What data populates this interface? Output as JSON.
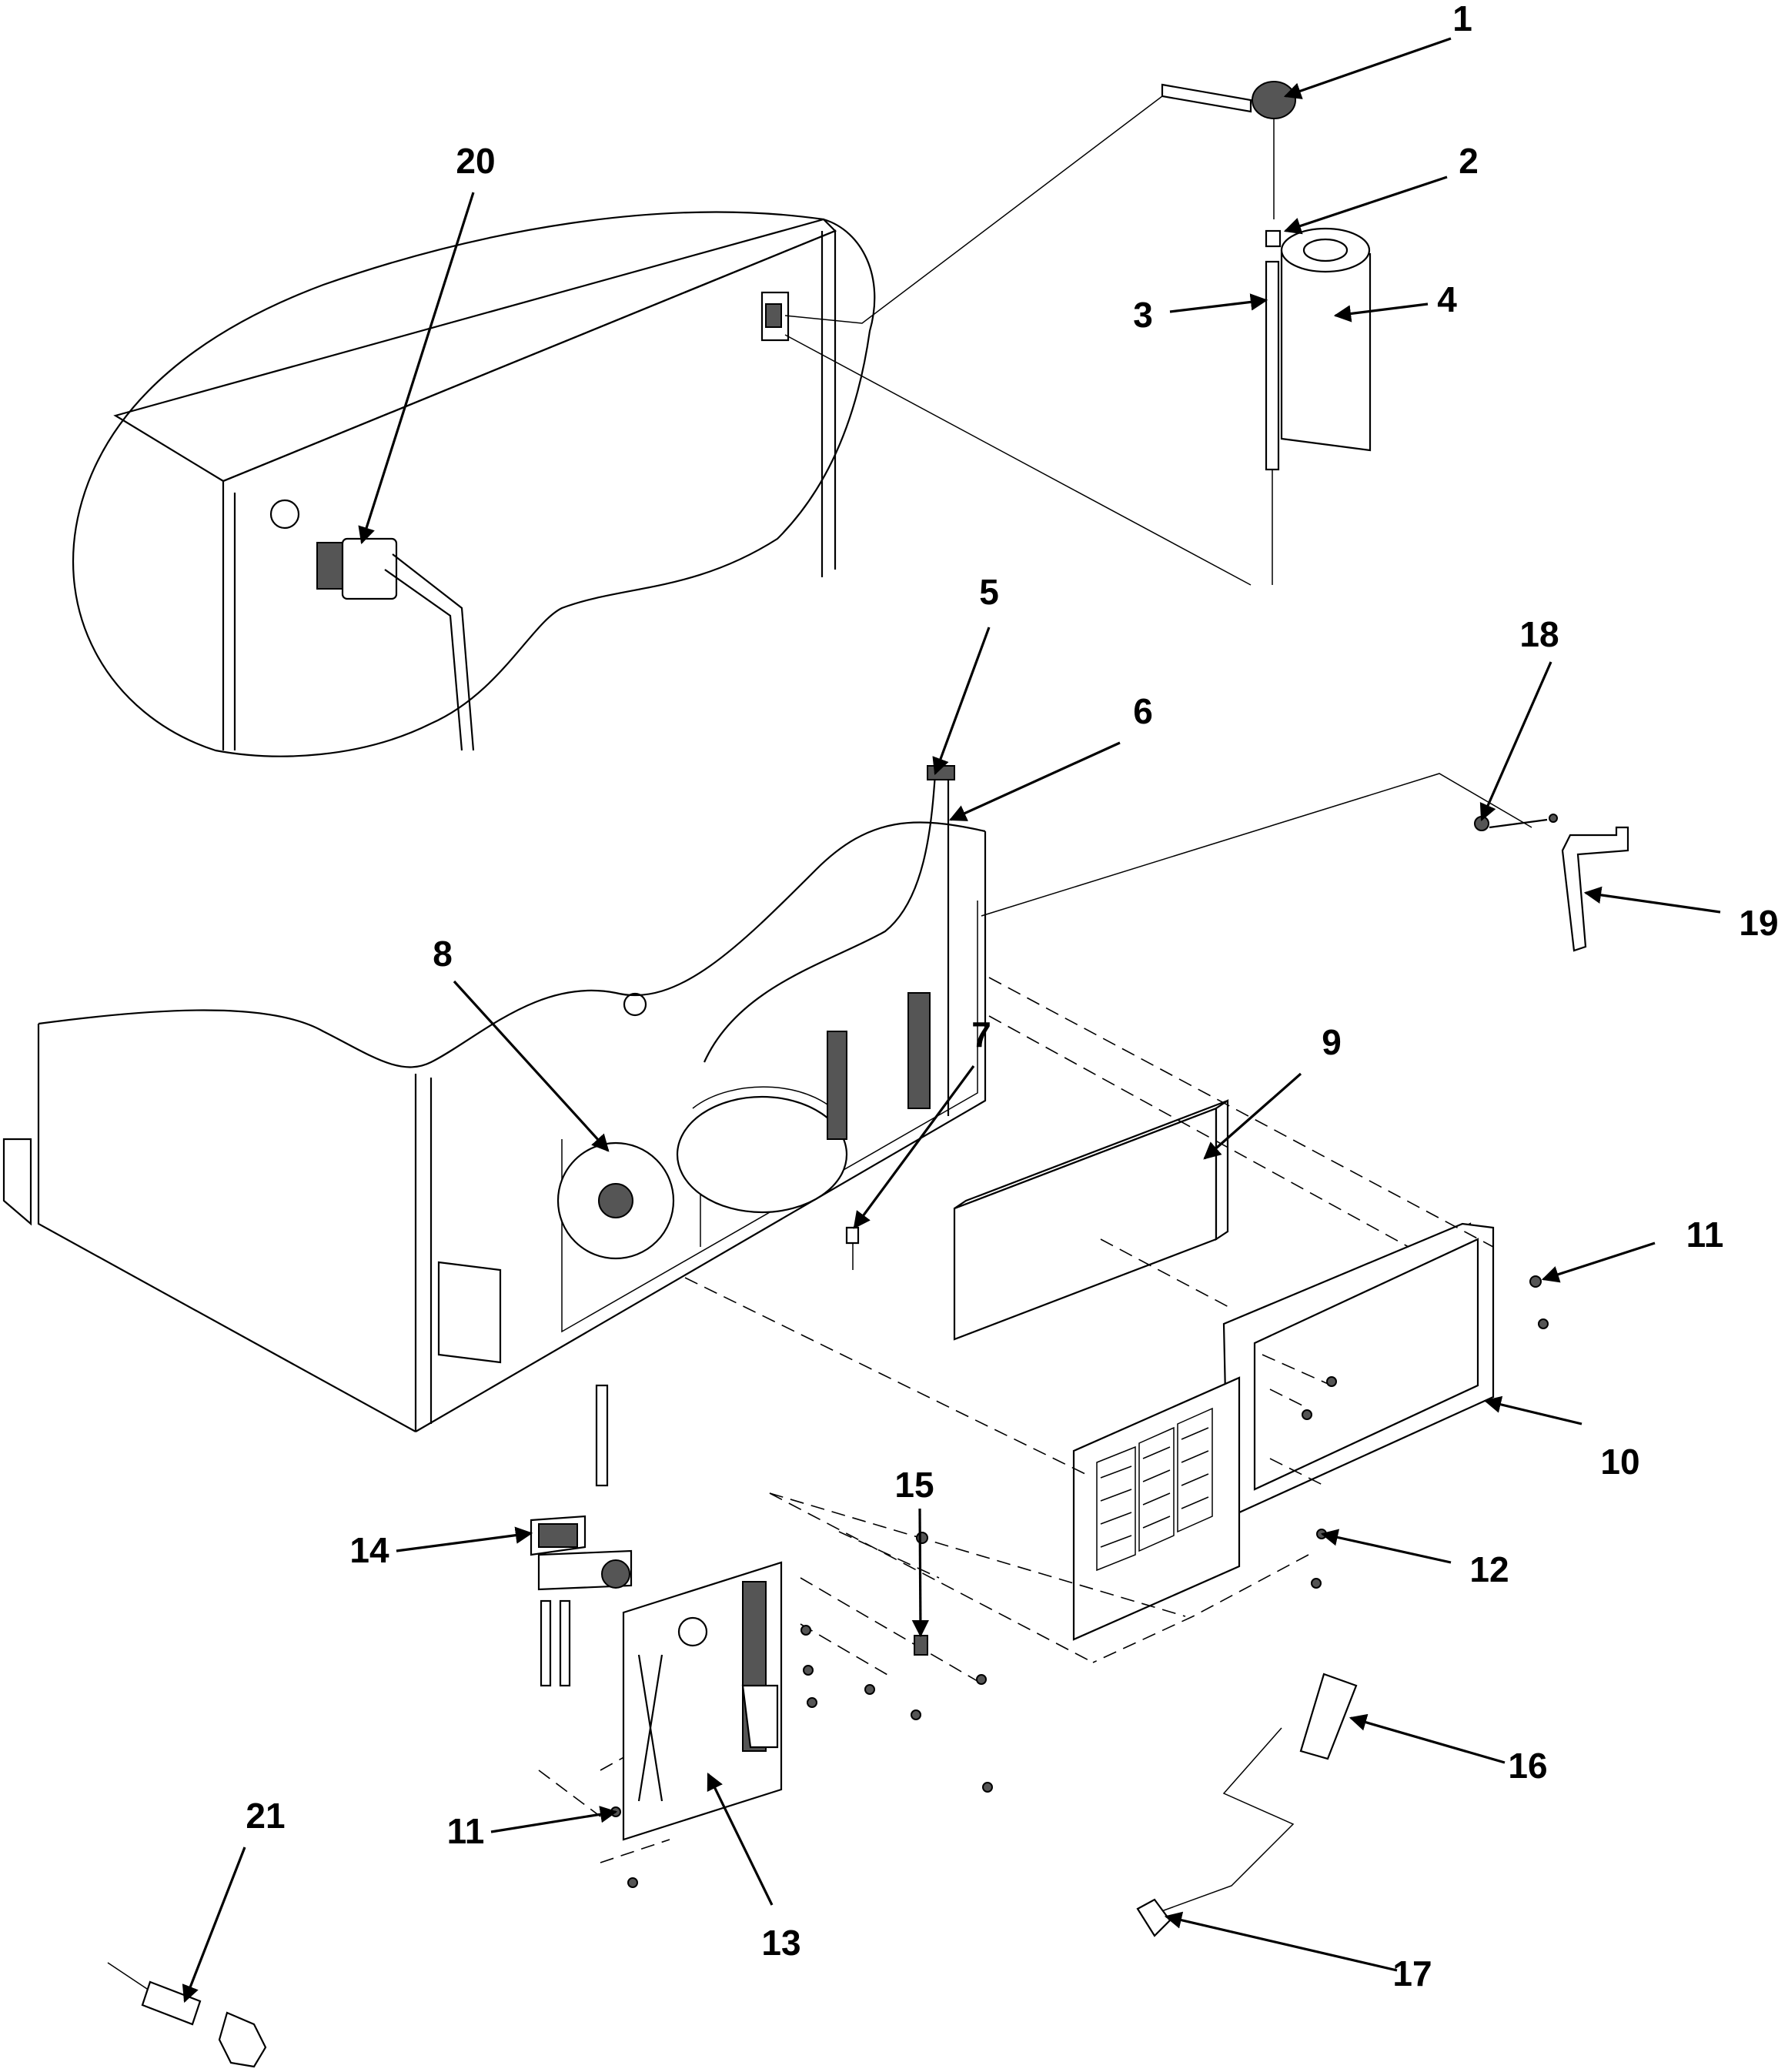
{
  "callouts": [
    {
      "id": "1",
      "label": "1"
    },
    {
      "id": "2",
      "label": "2"
    },
    {
      "id": "3",
      "label": "3"
    },
    {
      "id": "4",
      "label": "4"
    },
    {
      "id": "5",
      "label": "5"
    },
    {
      "id": "6",
      "label": "6"
    },
    {
      "id": "7",
      "label": "7"
    },
    {
      "id": "8",
      "label": "8"
    },
    {
      "id": "9",
      "label": "9"
    },
    {
      "id": "10",
      "label": "10"
    },
    {
      "id": "11a",
      "label": "11"
    },
    {
      "id": "11b",
      "label": "11"
    },
    {
      "id": "12",
      "label": "12"
    },
    {
      "id": "13",
      "label": "13"
    },
    {
      "id": "14",
      "label": "14"
    },
    {
      "id": "15",
      "label": "15"
    },
    {
      "id": "16",
      "label": "16"
    },
    {
      "id": "17",
      "label": "17"
    },
    {
      "id": "18",
      "label": "18"
    },
    {
      "id": "19",
      "label": "19"
    },
    {
      "id": "20",
      "label": "20"
    },
    {
      "id": "21",
      "label": "21"
    }
  ]
}
